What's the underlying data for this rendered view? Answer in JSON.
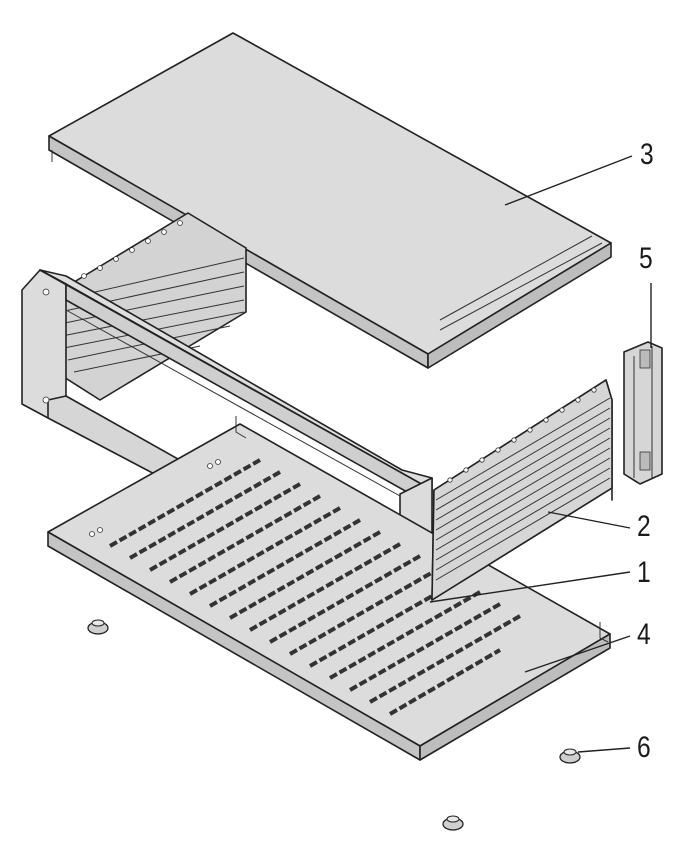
{
  "callouts": {
    "c1": "1",
    "c2": "2",
    "c3": "3",
    "c4": "4",
    "c5": "5",
    "c6": "6"
  },
  "colors": {
    "part_fill": "#dcdcdc",
    "part_shade": "#c4c4c4",
    "line": "#222222",
    "background": "#ffffff"
  }
}
